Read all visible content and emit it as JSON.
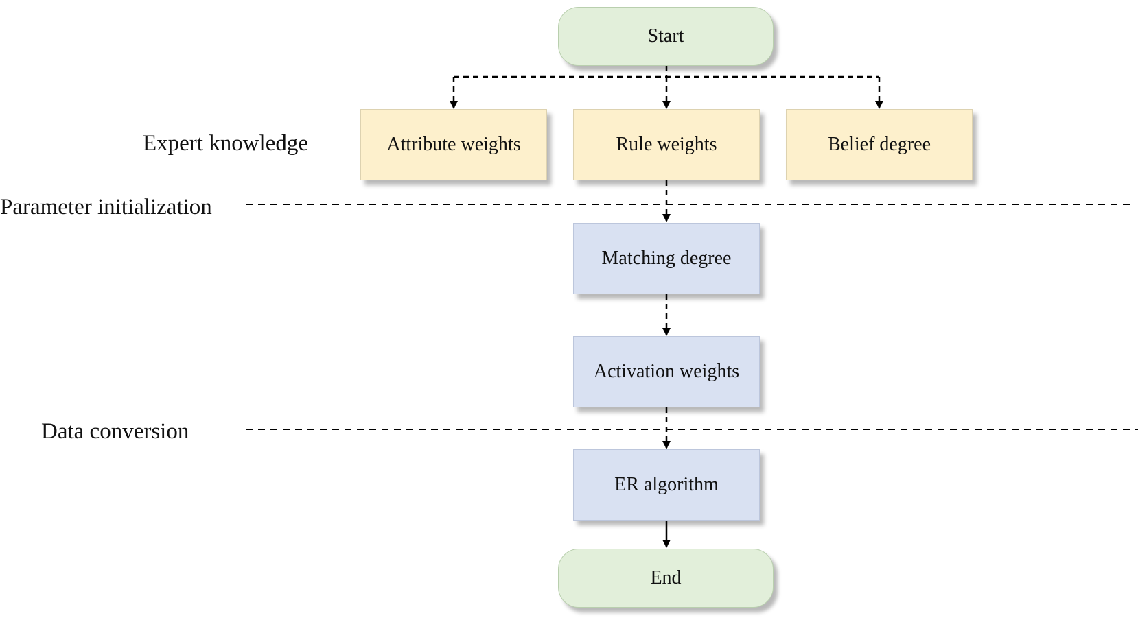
{
  "sections": {
    "expert_knowledge": "Expert knowledge",
    "parameter_initialization": "Parameter initialization",
    "data_conversion": "Data conversion"
  },
  "nodes": {
    "start": "Start",
    "attribute_weights": "Attribute weights",
    "rule_weights": "Rule weights",
    "belief_degree": "Belief degree",
    "matching_degree": "Matching degree",
    "activation_weights": "Activation weights",
    "er_algorithm": "ER algorithm",
    "end": "End"
  },
  "colors": {
    "terminal_fill": "#e2efda",
    "knowledge_fill": "#fdf0cc",
    "process_fill": "#d9e1f2",
    "line": "#000000"
  }
}
